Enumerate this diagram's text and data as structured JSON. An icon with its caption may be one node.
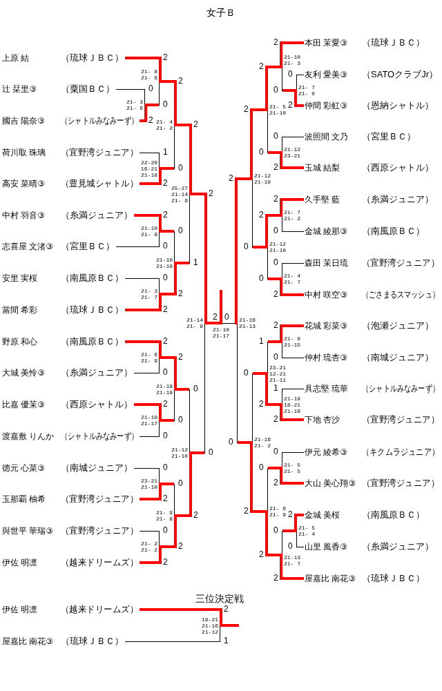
{
  "diagram": {
    "title": "女子Ｂ",
    "nodes": [
      {
        "text": [
          "上原 結",
          "（琉球ＪＢＣ）"
        ]
      },
      {
        "text": [
          "辻 栞里③",
          "（粟国ＢＣ）"
        ]
      },
      {
        "text": [
          "國吉 陽奈③",
          "（シャトルみなみーず）"
        ]
      },
      {
        "text": [
          "荷川取 珠璃",
          "（宜野湾ジュニア）"
        ]
      },
      {
        "text": [
          "高安 菜晴③",
          "（豊見城シャトル）"
        ]
      },
      {
        "text": [
          "中村 羽音③",
          "（糸満ジュニア）"
        ]
      },
      {
        "text": [
          "志喜屋 文渚③",
          "（宮里ＢＣ）"
        ]
      },
      {
        "text": [
          "安里 実桜",
          "（南風原ＢＣ）"
        ]
      },
      {
        "text": [
          "當間 希彩",
          "（琉球ＪＢＣ）"
        ]
      },
      {
        "text": [
          "野原 和心",
          "（南風原ＢＣ）"
        ]
      },
      {
        "text": [
          "大城 美怜③",
          "（糸満ジュニア）"
        ]
      },
      {
        "text": [
          "比嘉 優茉③",
          "（西原シャトル）"
        ]
      },
      {
        "text": [
          "渡嘉敷 りんか",
          "（シャトルみなみーず）"
        ]
      },
      {
        "text": [
          "徳元 心菜③",
          "（南城ジュニア）"
        ]
      },
      {
        "text": [
          "玉那覇 柚希",
          "（宜野湾ジュニア）"
        ]
      },
      {
        "text": [
          "與世平 華瑞③",
          "（宜野湾ジュニア）"
        ]
      },
      {
        "text": [
          "伊佐 明凛",
          "（越来ドリームズ）"
        ]
      },
      {
        "text": [
          "本田 茉愛③",
          "（琉球ＪＢＣ）"
        ]
      },
      {
        "text": [
          "友利 愛美③",
          "（SATOクラブJr）"
        ]
      },
      {
        "text": [
          "仲間 彩虹③",
          "（恩納シャトル）"
        ]
      },
      {
        "text": [
          "波照間 文乃",
          "（宮里ＢＣ）"
        ]
      },
      {
        "text": [
          "玉城 結梨",
          "（西原シャトル）"
        ]
      },
      {
        "text": [
          "久手堅 藍",
          "（糸満ジュニア）"
        ]
      },
      {
        "text": [
          "金城 綾那③",
          "（南風原ＢＣ）"
        ]
      },
      {
        "text": [
          "森田 茉日琉",
          "（宜野湾ジュニア）"
        ]
      },
      {
        "text": [
          "中村 咲空③",
          "（ごさまるスマッシュ）"
        ]
      },
      {
        "text": [
          "花城 彩菜③",
          "（泡瀬ジュニア）"
        ]
      },
      {
        "text": [
          "仲村 琉杏③",
          "（南城ジュニア）"
        ]
      },
      {
        "text": [
          "具志堅 琉華",
          "（シャトルみなみーず）"
        ]
      },
      {
        "text": [
          "下地 杏沙",
          "（宜野湾ジュニア）"
        ]
      },
      {
        "text": [
          "伊元 綾希③",
          "（キクムラジュニア）"
        ]
      },
      {
        "text": [
          "大山 美心翔③",
          "（宜野湾ジュニア）"
        ]
      },
      {
        "text": [
          "金城 美桜",
          "（南風原ＢＣ）"
        ]
      },
      {
        "text": [
          "山里 風香③",
          "（糸満ジュニア）"
        ]
      },
      {
        "text": [
          "屋嘉比 南花③",
          "（琉球ＪＢＣ）"
        ]
      },
      {
        "text": [
          "伊佐 明凛",
          "（越来ドリームズ）"
        ]
      },
      {
        "text": [
          "屋嘉比 南花③",
          "（琉球ＪＢＣ）"
        ]
      },
      {
        "text": [],
        "shape": "bar",
        "beside": [
          "21- 3 21- 6"
        ]
      },
      {
        "text": [],
        "shape": "bar",
        "beside": [
          "21- 8 21- 6"
        ]
      },
      {
        "text": [],
        "shape": "bar",
        "beside": [
          "22-20 16-21 21-18"
        ]
      },
      {
        "text": [],
        "shape": "bar",
        "beside": [
          "21- 4 21- 2"
        ]
      },
      {
        "text": [],
        "shape": "bar",
        "beside": [
          "21-10 21- 8"
        ]
      },
      {
        "text": [],
        "shape": "bar",
        "beside": [
          "21- 3 21- 7"
        ]
      },
      {
        "text": [],
        "shape": "bar",
        "beside": [
          "21-10 21-10"
        ]
      },
      {
        "text": [],
        "shape": "bar",
        "beside": [
          "25-27 21-14 21- 9"
        ]
      },
      {
        "text": [],
        "shape": "bar",
        "beside": [
          "21- 6 21- 9"
        ]
      },
      {
        "text": [],
        "shape": "bar",
        "beside": [
          "21-10 21-17"
        ]
      },
      {
        "text": [],
        "shape": "bar",
        "beside": [
          "21-18 21-19"
        ]
      },
      {
        "text": [],
        "shape": "bar",
        "beside": [
          "23-21 21-10"
        ]
      },
      {
        "text": [],
        "shape": "bar",
        "beside": [
          "21- 2 21- 2"
        ]
      },
      {
        "text": [],
        "shape": "bar",
        "beside": [
          "21- 9 21- 8"
        ]
      },
      {
        "text": [],
        "shape": "bar",
        "beside": [
          "21-12 21-10"
        ]
      },
      {
        "text": [],
        "shape": "bar",
        "beside": [
          "21-14 21- 9"
        ]
      },
      {
        "text": [],
        "shape": "bar",
        "beside": [
          "21-10 21-17"
        ]
      },
      {
        "text": [],
        "shape": "bar",
        "beside": [
          "21-16 21-13"
        ]
      },
      {
        "text": [],
        "shape": "bar",
        "beside": [
          "21-12 21-19"
        ]
      },
      {
        "text": [],
        "shape": "bar",
        "beside": [
          "21- 5 21-10"
        ]
      },
      {
        "text": [],
        "shape": "bar",
        "beside": [
          "21-10 21- 3"
        ]
      },
      {
        "text": [],
        "shape": "bar",
        "beside": [
          "21- 7 21- 0"
        ]
      },
      {
        "text": [],
        "shape": "bar",
        "beside": [
          "21-12 23-21"
        ]
      },
      {
        "text": [],
        "shape": "bar",
        "beside": [
          "21-12 21-10"
        ]
      },
      {
        "text": [],
        "shape": "bar",
        "beside": [
          "21- 7 21- 2"
        ]
      },
      {
        "text": [],
        "shape": "bar",
        "beside": [
          "21- 4 21- 7"
        ]
      },
      {
        "text": [],
        "shape": "bar",
        "beside": [
          "21-16 21- 2"
        ]
      },
      {
        "text": [],
        "shape": "bar",
        "beside": [
          "23-21 12-21 21-11"
        ]
      },
      {
        "text": [],
        "shape": "bar",
        "beside": [
          "21- 9 21-15"
        ]
      },
      {
        "text": [],
        "shape": "bar",
        "beside": [
          "21-19 18-21 21-19"
        ]
      },
      {
        "text": [],
        "shape": "bar",
        "beside": [
          "21- 6 21- 9"
        ]
      },
      {
        "text": [],
        "shape": "bar",
        "beside": [
          "21- 5 21- 5"
        ]
      },
      {
        "text": [],
        "shape": "bar",
        "beside": [
          "21-13 21- 7"
        ]
      },
      {
        "text": [],
        "shape": "bar",
        "beside": [
          "21- 5 21- 4"
        ]
      },
      {
        "text": [],
        "shape": "bar",
        "beside": [
          "19-21 21-16 21-12"
        ]
      }
    ],
    "edges": [
      {
        "from": 1,
        "to": 37,
        "arrow": "none",
        "label": "0",
        "color": "#000000"
      },
      {
        "from": 2,
        "to": 37,
        "arrow": "none",
        "label": "2"
      },
      {
        "from": 0,
        "to": 38,
        "arrow": "none",
        "label": "2"
      },
      {
        "from": 37,
        "to": 38,
        "arrow": "none",
        "label": "0"
      },
      {
        "from": 3,
        "to": 39,
        "arrow": "none",
        "label": "1",
        "color": "#000000"
      },
      {
        "from": 4,
        "to": 39,
        "arrow": "none",
        "label": "2"
      },
      {
        "from": 38,
        "to": 40,
        "arrow": "none",
        "label": "2"
      },
      {
        "from": 39,
        "to": 40,
        "arrow": "none",
        "label": "0"
      },
      {
        "from": 5,
        "to": 41,
        "arrow": "none",
        "label": "2"
      },
      {
        "from": 6,
        "to": 41,
        "arrow": "none",
        "label": "0",
        "color": "#000000"
      },
      {
        "from": 7,
        "to": 42,
        "arrow": "none",
        "label": "0",
        "color": "#000000"
      },
      {
        "from": 8,
        "to": 42,
        "arrow": "none",
        "label": "2"
      },
      {
        "from": 41,
        "to": 43,
        "arrow": "none",
        "label": "0"
      },
      {
        "from": 42,
        "to": 43,
        "arrow": "none",
        "label": "2"
      },
      {
        "from": 40,
        "to": 44,
        "arrow": "none",
        "label": "2"
      },
      {
        "from": 43,
        "to": 44,
        "arrow": "none",
        "label": "1"
      },
      {
        "from": 9,
        "to": 45,
        "arrow": "none",
        "label": "2"
      },
      {
        "from": 10,
        "to": 45,
        "arrow": "none",
        "label": "0",
        "color": "#000000"
      },
      {
        "from": 11,
        "to": 46,
        "arrow": "none",
        "label": "2"
      },
      {
        "from": 12,
        "to": 46,
        "arrow": "none",
        "label": "0",
        "color": "#000000"
      },
      {
        "from": 45,
        "to": 47,
        "arrow": "none",
        "label": "2"
      },
      {
        "from": 46,
        "to": 47,
        "arrow": "none",
        "label": "0"
      },
      {
        "from": 13,
        "to": 48,
        "arrow": "none",
        "label": "0",
        "color": "#000000"
      },
      {
        "from": 14,
        "to": 48,
        "arrow": "none",
        "label": "2"
      },
      {
        "from": 15,
        "to": 49,
        "arrow": "none",
        "label": "0",
        "color": "#000000"
      },
      {
        "from": 16,
        "to": 49,
        "arrow": "none",
        "label": "2"
      },
      {
        "from": 48,
        "to": 50,
        "arrow": "none",
        "label": "0"
      },
      {
        "from": 49,
        "to": 50,
        "arrow": "none",
        "label": "2"
      },
      {
        "from": 47,
        "to": 51,
        "arrow": "none",
        "label": "0"
      },
      {
        "from": 50,
        "to": 51,
        "arrow": "none",
        "label": "2"
      },
      {
        "from": 44,
        "to": 52,
        "arrow": "none",
        "label": "2"
      },
      {
        "from": 51,
        "to": 52,
        "arrow": "none",
        "label": "0"
      },
      {
        "from": 52,
        "to": 53,
        "arrow": "none",
        "label": "2"
      },
      {
        "from": 54,
        "to": 53,
        "arrow": "none",
        "label": "0",
        "color": "#000000"
      },
      {
        "from": 55,
        "to": 54,
        "arrow": "none",
        "label": "2"
      },
      {
        "from": 63,
        "to": 54,
        "arrow": "none",
        "label": "0"
      },
      {
        "from": 56,
        "to": 55,
        "arrow": "none",
        "label": "2"
      },
      {
        "from": 60,
        "to": 55,
        "arrow": "none",
        "label": "0"
      },
      {
        "from": 57,
        "to": 56,
        "arrow": "none",
        "label": "2"
      },
      {
        "from": 59,
        "to": 56,
        "arrow": "none",
        "label": "0"
      },
      {
        "from": 17,
        "to": 57,
        "arrow": "none",
        "label": "2"
      },
      {
        "from": 58,
        "to": 57,
        "arrow": "none",
        "label": "0"
      },
      {
        "from": 18,
        "to": 58,
        "arrow": "none",
        "label": "0",
        "color": "#000000"
      },
      {
        "from": 19,
        "to": 58,
        "arrow": "none",
        "label": "2"
      },
      {
        "from": 20,
        "to": 59,
        "arrow": "none",
        "label": "0",
        "color": "#000000"
      },
      {
        "from": 21,
        "to": 59,
        "arrow": "none",
        "label": "2"
      },
      {
        "from": 61,
        "to": 60,
        "arrow": "none",
        "label": "2"
      },
      {
        "from": 62,
        "to": 60,
        "arrow": "none",
        "label": "0"
      },
      {
        "from": 22,
        "to": 61,
        "arrow": "none",
        "label": "2"
      },
      {
        "from": 23,
        "to": 61,
        "arrow": "none",
        "label": "0",
        "color": "#000000"
      },
      {
        "from": 24,
        "to": 62,
        "arrow": "none",
        "label": "0",
        "color": "#000000"
      },
      {
        "from": 25,
        "to": 62,
        "arrow": "none",
        "label": "2"
      },
      {
        "from": 64,
        "to": 63,
        "arrow": "none",
        "label": "0"
      },
      {
        "from": 67,
        "to": 63,
        "arrow": "none",
        "label": "2"
      },
      {
        "from": 65,
        "to": 64,
        "arrow": "none",
        "label": "1"
      },
      {
        "from": 66,
        "to": 64,
        "arrow": "none",
        "label": "2"
      },
      {
        "from": 26,
        "to": 65,
        "arrow": "none",
        "label": "2"
      },
      {
        "from": 27,
        "to": 65,
        "arrow": "none",
        "label": "0",
        "color": "#000000"
      },
      {
        "from": 28,
        "to": 66,
        "arrow": "none",
        "label": "1",
        "color": "#000000"
      },
      {
        "from": 29,
        "to": 66,
        "arrow": "none",
        "label": "2"
      },
      {
        "from": 68,
        "to": 67,
        "arrow": "none",
        "label": "0"
      },
      {
        "from": 69,
        "to": 67,
        "arrow": "none",
        "label": "2"
      },
      {
        "from": 30,
        "to": 68,
        "arrow": "none",
        "label": "0",
        "color": "#000000"
      },
      {
        "from": 31,
        "to": 68,
        "arrow": "none",
        "label": "2"
      },
      {
        "from": 70,
        "to": 69,
        "arrow": "none",
        "label": "0"
      },
      {
        "from": 34,
        "to": 69,
        "arrow": "none",
        "label": "2"
      },
      {
        "from": 32,
        "to": 70,
        "arrow": "none",
        "label": "2"
      },
      {
        "from": 33,
        "to": 70,
        "arrow": "none",
        "label": "0",
        "color": "#000000"
      },
      {
        "from": 35,
        "to": 71,
        "arrow": "none",
        "label": "2"
      },
      {
        "from": 36,
        "to": 71,
        "arrow": "none",
        "label": "1",
        "color": "#000000"
      },
      {
        "from": 71,
        "to": null,
        "arrow": "none"
      }
    ],
    "labels": [
      "三位決定戦"
    ]
  }
}
